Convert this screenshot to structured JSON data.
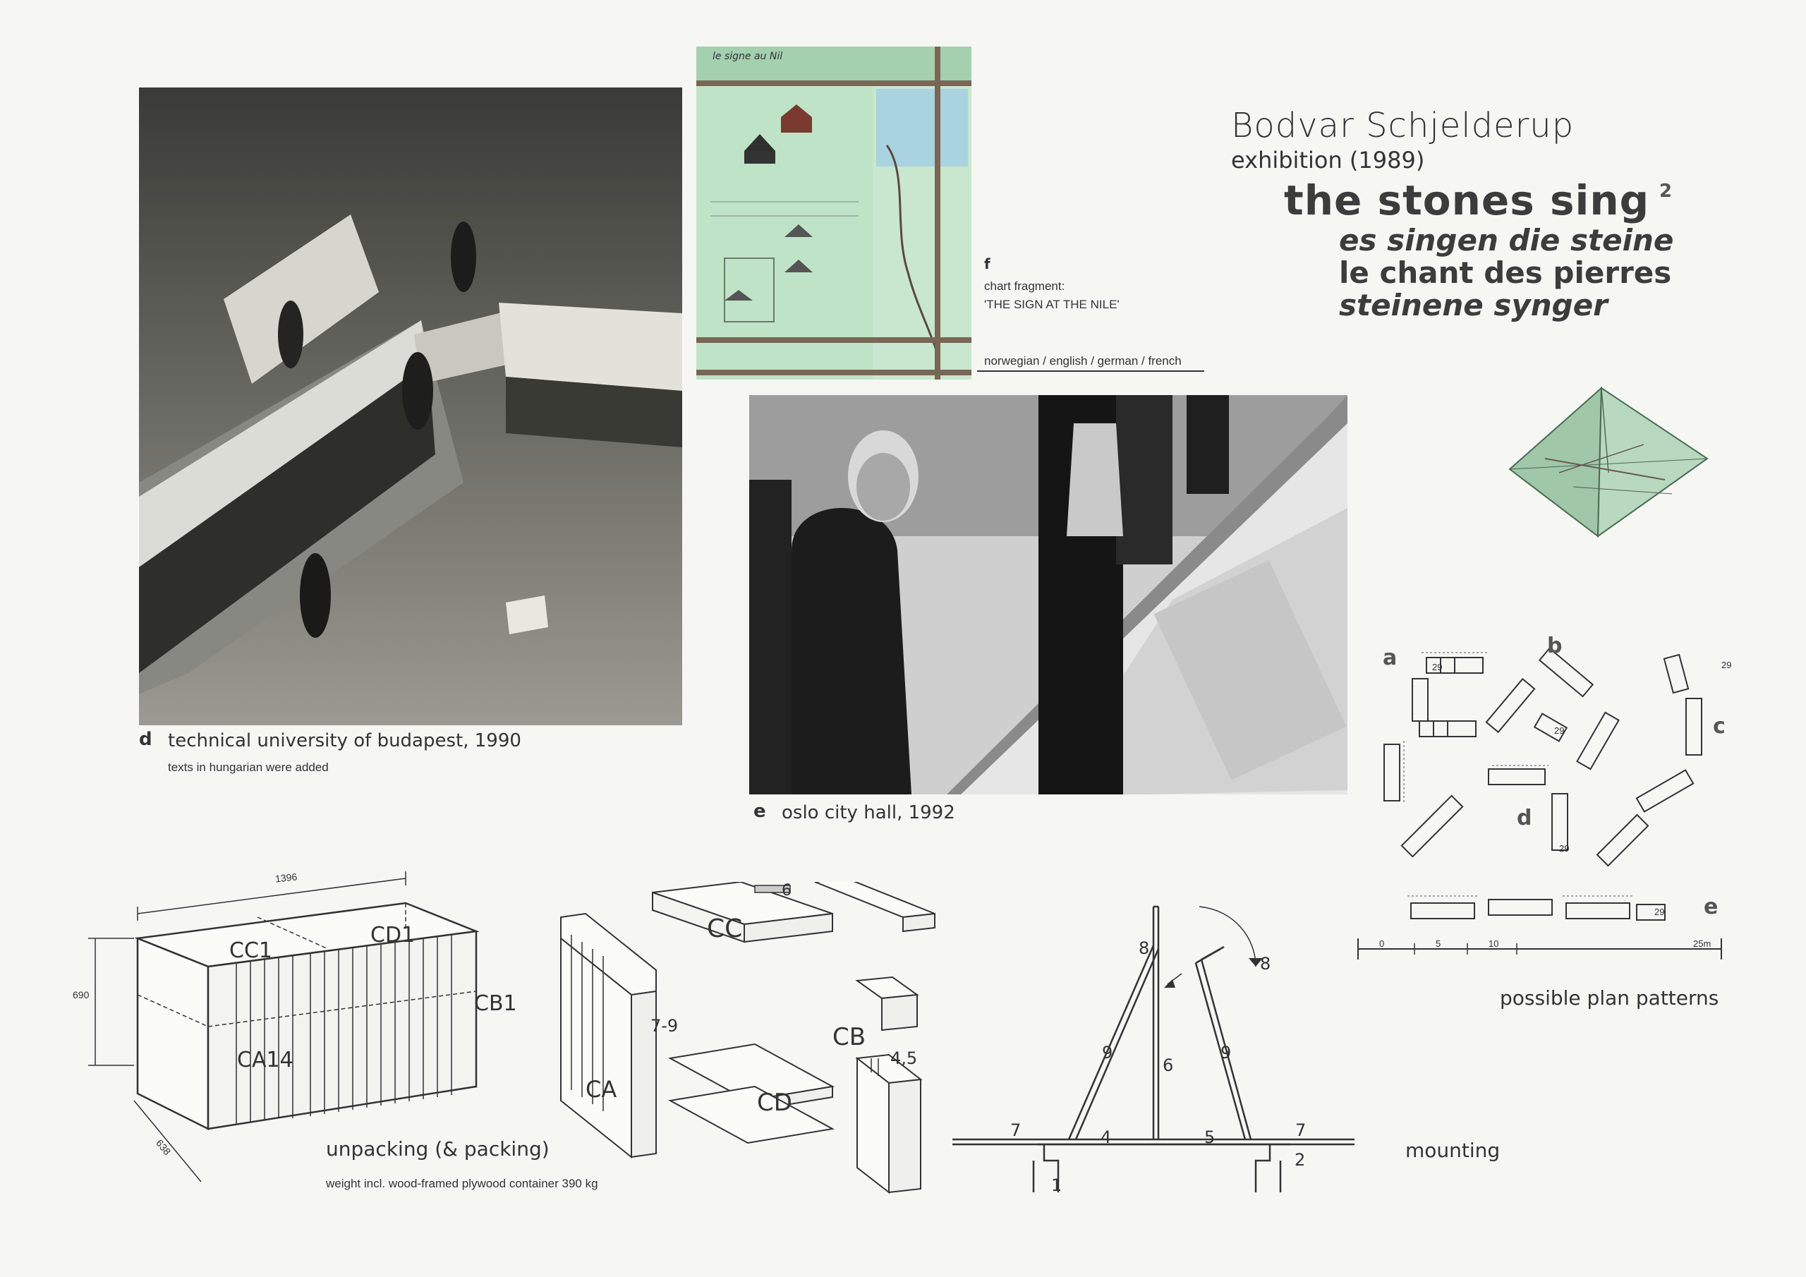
{
  "header": {
    "artist": "Bodvar Schjelderup",
    "subtitle": "exhibition (1989)",
    "title_en": "the stones sing",
    "title_sup": "2",
    "title_de": "es singen die steine",
    "title_fr": "le chant des pierres",
    "title_no": "steinene synger"
  },
  "photo_d": {
    "letter": "d",
    "caption": "technical university of budapest, 1990",
    "note": "texts in hungarian were added"
  },
  "photo_f": {
    "letter": "f",
    "caption_line1": "chart fragment:",
    "caption_line2": "'THE SIGN AT THE NILE'",
    "languages": "norwegian / english / german / french",
    "chart_text": "le signe au Nil"
  },
  "photo_e": {
    "letter": "e",
    "caption": "oslo city hall, 1992"
  },
  "plan_patterns": {
    "labels": [
      "a",
      "b",
      "c",
      "d",
      "e"
    ],
    "dims": [
      "29",
      "29",
      "29",
      "29",
      "29"
    ],
    "scale_ticks": [
      "0",
      "5",
      "10",
      "25m"
    ],
    "caption": "possible plan patterns"
  },
  "unpacking": {
    "dim_top": "1396",
    "dim_left": "690",
    "dim_depth": "638",
    "labels": [
      "CC1",
      "CD1",
      "CB1",
      "CA14"
    ],
    "caption": "unpacking (& packing)",
    "weight": "weight incl. wood-framed plywood container 390 kg"
  },
  "exploded": {
    "labels": [
      "CC",
      "CA",
      "7-9",
      "CD",
      "CB",
      "4,5",
      "6"
    ]
  },
  "mounting": {
    "labels": [
      "8",
      "8",
      "9",
      "6",
      "9",
      "7",
      "4",
      "5",
      "7",
      "1",
      "2"
    ],
    "caption": "mounting"
  }
}
